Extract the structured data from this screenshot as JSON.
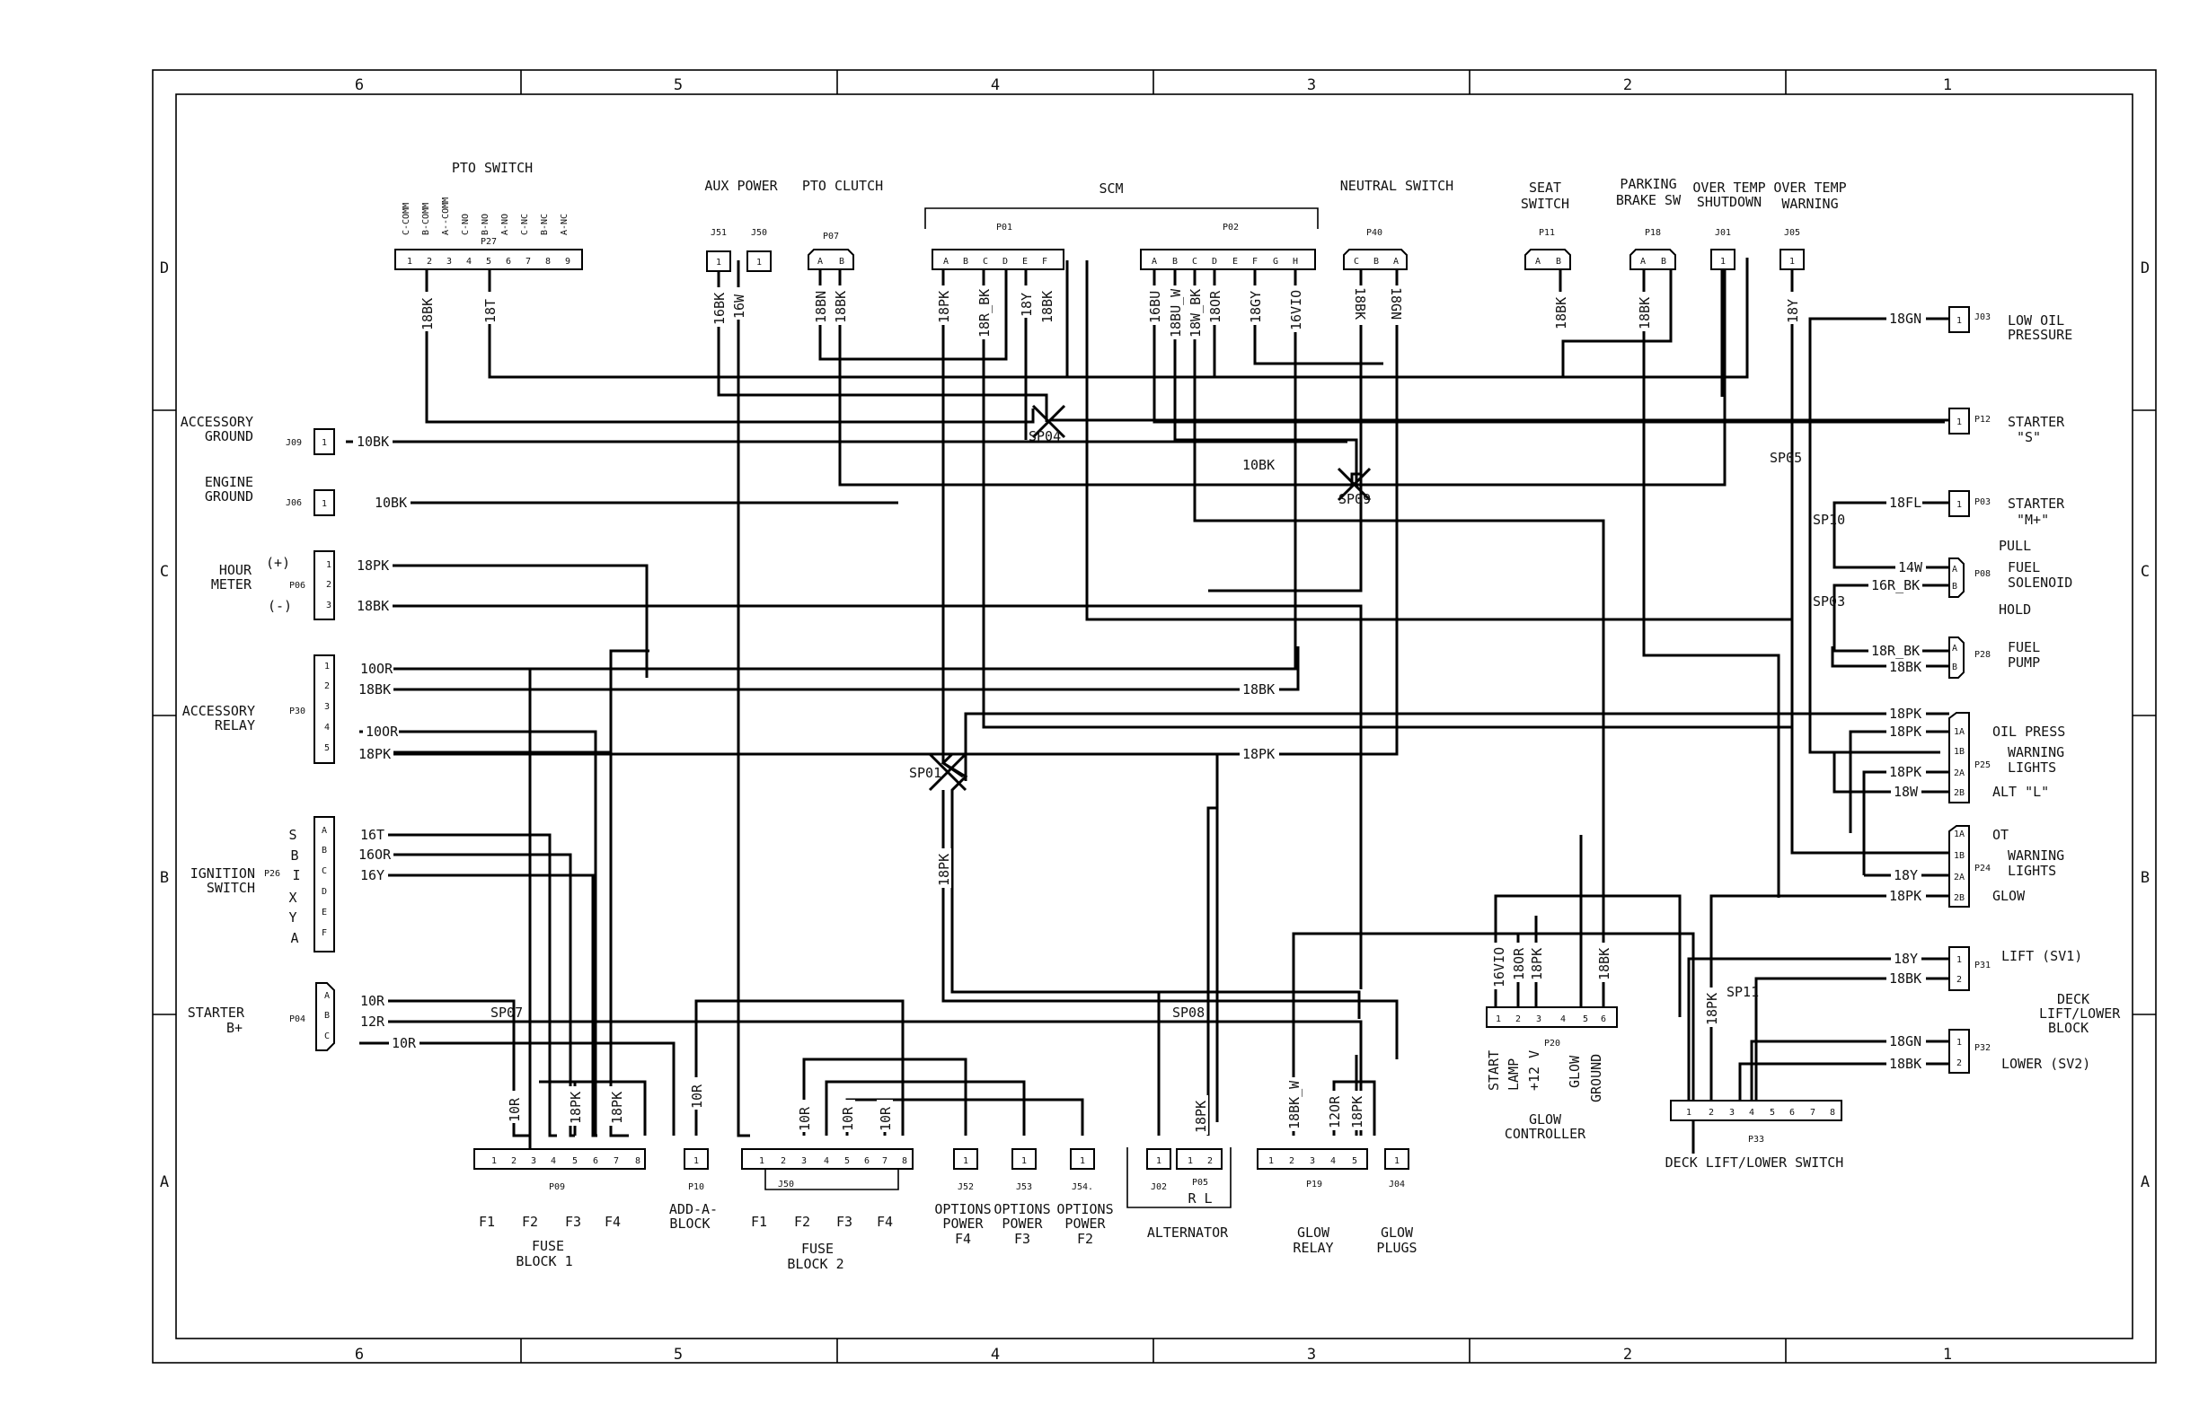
{
  "zones_columns": [
    "6",
    "5",
    "4",
    "3",
    "2",
    "1"
  ],
  "zones_rows": [
    "D",
    "C",
    "B",
    "A"
  ],
  "top_labels": {
    "pto_switch": "PTO SWITCH",
    "aux_power": "AUX POWER",
    "pto_clutch": "PTO CLUTCH",
    "scm": "SCM",
    "neutral_switch": "NEUTRAL SWITCH",
    "seat_switch": [
      "SEAT",
      "SWITCH"
    ],
    "parking_brake": [
      "PARKING",
      "BRAKE SW"
    ],
    "over_temp_shutdown": [
      "OVER TEMP",
      "SHUTDOWN"
    ],
    "over_temp_warning": [
      "OVER TEMP",
      "WARNING"
    ]
  },
  "pto_pins": [
    "C-COMM",
    "B-COMM",
    "A--COMM",
    "C-NO",
    "B-NO",
    "A-NO",
    "C-NC",
    "B-NC",
    "A-NC"
  ],
  "connectors": {
    "P27": "P27",
    "J51": "J51",
    "J50": "J50",
    "P07": "P07",
    "P01": "P01",
    "P02": "P02",
    "P40": "P40",
    "P11": "P11",
    "P18": "P18",
    "J01": "J01",
    "J05": "J05",
    "J03": "J03",
    "P12": "P12",
    "P03": "P03",
    "P08": "P08",
    "P28": "P28",
    "P25": "P25",
    "P24": "P24",
    "P31": "P31",
    "P32": "P32",
    "P33": "P33",
    "J09": "J09",
    "J06": "J06",
    "P06": "P06",
    "P30": "P30",
    "P26": "P26",
    "P04": "P04",
    "P09": "P09",
    "P10": "P10",
    "J50b": "J50",
    "J52": "J52",
    "J53": "J53",
    "J54": "J54.",
    "J02": "J02",
    "P05": "P05",
    "P19": "P19",
    "J04": "J04",
    "P20": "P20"
  },
  "left_labels": {
    "acc_ground": [
      "ACCESSORY",
      "GROUND"
    ],
    "engine_ground": [
      "ENGINE",
      "GROUND"
    ],
    "hour_meter": [
      "HOUR",
      "METER"
    ],
    "hm_plus": "(+)",
    "hm_minus": "(-)",
    "acc_relay": [
      "ACCESSORY",
      "RELAY"
    ],
    "ignition": [
      "IGNITION",
      "SWITCH"
    ],
    "ign_pos": [
      "S",
      "B",
      "I",
      "X",
      "Y",
      "A"
    ],
    "starter": [
      "STARTER",
      "B+"
    ]
  },
  "right_labels": {
    "low_oil": [
      "LOW OIL",
      "PRESSURE"
    ],
    "starter_s": [
      "STARTER",
      "\"S\""
    ],
    "starter_m": [
      "STARTER",
      "\"M+\""
    ],
    "pull": "PULL",
    "fuel_sol": [
      "FUEL",
      "SOLENOID"
    ],
    "hold": "HOLD",
    "fuel_pump": [
      "FUEL",
      "PUMP"
    ],
    "oil_press": "OIL PRESS",
    "warn1": [
      "WARNING",
      "LIGHTS"
    ],
    "alt_l": "ALT \"L\"",
    "ot": "OT",
    "warn2": [
      "WARNING",
      "LIGHTS"
    ],
    "glow": "GLOW",
    "lift": "LIFT (SV1)",
    "deck_lift": [
      "DECK",
      "LIFT/LOWER",
      "BLOCK"
    ],
    "lower": "LOWER (SV2)"
  },
  "bottom_labels": {
    "fuse1_f": [
      "F1",
      "F2",
      "F3",
      "F4"
    ],
    "fuse_block1": [
      "FUSE",
      "BLOCK 1"
    ],
    "add_a_block": [
      "ADD-A-",
      "BLOCK"
    ],
    "fuse2_f": [
      "F1",
      "F2",
      "F3",
      "F4"
    ],
    "fuse_block2": [
      "FUSE",
      "BLOCK 2"
    ],
    "opt_f4": [
      "OPTIONS",
      "POWER",
      "F4"
    ],
    "opt_f3": [
      "OPTIONS",
      "POWER",
      "F3"
    ],
    "opt_f2": [
      "OPTIONS",
      "POWER",
      "F2"
    ],
    "alternator": "ALTERNATOR",
    "rl": "R  L",
    "glow_relay": [
      "GLOW",
      "RELAY"
    ],
    "glow_plugs": [
      "GLOW",
      "PLUGS"
    ],
    "start": "START",
    "lamp": "LAMP",
    "plus12": "+12 V",
    "glow_v": "GLOW",
    "ground_v": "GROUND",
    "glow_controller": [
      "GLOW",
      "CONTROLLER"
    ],
    "deck_switch": "DECK LIFT/LOWER SWITCH"
  },
  "splices": {
    "SP04": "SP04",
    "SP05": "SP05",
    "SP09": "SP09",
    "SP10": "SP10",
    "SP03": "SP03",
    "SP01": "SP01",
    "SP07": "SP07",
    "SP08": "SP08",
    "SP11": "SP11"
  },
  "wire_labels": {
    "w_10bk_j09": "10BK",
    "w_10bk_j06": "10BK",
    "w_18pk_hm": "18PK",
    "w_18bk_hm": "18BK",
    "w_10or_a1": "10OR",
    "w_18bk_a2": "18BK",
    "w_10or_a4": "10OR",
    "w_18pk_a5": "18PK",
    "w_16t": "16T",
    "w_16or": "16OR",
    "w_16y": "16Y",
    "w_10or_s1": "10R",
    "w_12r": "12R",
    "w_10or_s3": "10R",
    "w_18gn_j03": "18GN",
    "w_18fl": "18FL",
    "w_14w": "14W",
    "w_16r_bk": "16R_BK",
    "w_18r_bk": "18R_BK",
    "w_18bk_fp": "18BK",
    "w_18pk_1a": "18PK",
    "w_18pk_1b": "18PK",
    "w_18pk_2a": "18PK",
    "w_18w": "18W",
    "w_18y_ot": "18Y",
    "w_18pk_2a2": "18PK",
    "w_18y_lift": "18Y",
    "w_18bk_lift": "18BK",
    "w_18gn_low": "18GN",
    "w_18bk_low": "18BK",
    "w_10bk_mid": "10BK",
    "w_18bk_mid": "18BK",
    "w_18pk_mid": "18PK",
    "v_p27_2": "18BK",
    "v_p27_5": "18T",
    "v_j51": "16BK",
    "v_j50": "16W",
    "v_p07a": "18BN",
    "v_p07b": "18BK",
    "v_p01a": "18PK",
    "v_p01b": "18R_BK",
    "v_p01d": "18Y",
    "v_p01f": "18BK",
    "v_p02a": "16BU",
    "v_p02b": "18BU_W",
    "v_p02c": "18W_BK",
    "v_p02d": "18OR",
    "v_p02f": "18GY",
    "v_p02h": "16VIO",
    "v_p40c": "18BK",
    "v_p40b": "18GN",
    "v_p11": "18BK",
    "v_p18": "18BK",
    "v_j05": "18Y",
    "v_sp01": "18PK",
    "v_p09_2": "10R",
    "v_p09_5": "18PK",
    "v_p09_7": "18PK",
    "v_p10": "10R",
    "v_p50_3": "10R",
    "v_p50_5": "10R",
    "v_p50_7": "10R",
    "v_p05": "18PK",
    "v_p19_2": "18BK_W",
    "v_p19_4": "12OR",
    "v_p19_5": "18PK",
    "v_p20_1": "16VIO",
    "v_p20_2": "18OR",
    "v_p20_3": "18PK",
    "v_p20_6": "18BK",
    "v_p33_2": "18PK"
  },
  "pin_letters": {
    "ab": [
      "A",
      "B"
    ],
    "abcdef": [
      "A",
      "B",
      "C",
      "D",
      "E",
      "F"
    ],
    "abcdefgh": [
      "A",
      "B",
      "C",
      "D",
      "E",
      "F",
      "G",
      "H"
    ],
    "cba": [
      "C",
      "B",
      "A"
    ],
    "one": "1",
    "two": "2"
  }
}
